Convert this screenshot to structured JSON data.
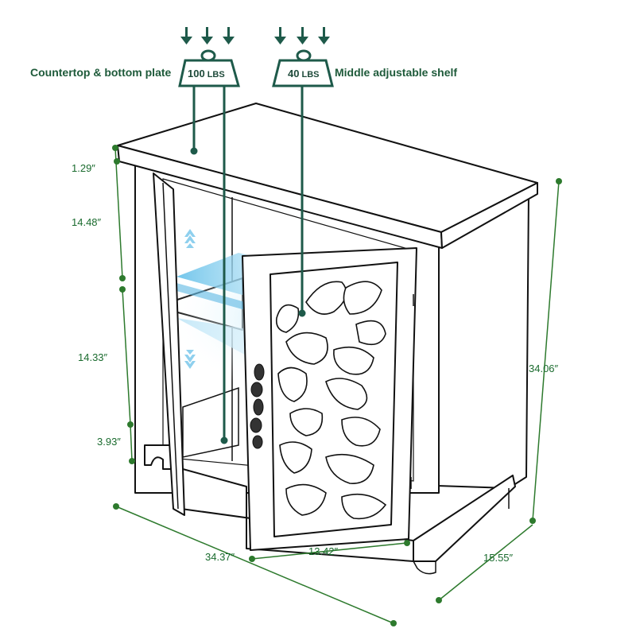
{
  "capacities": {
    "left": {
      "value": "100",
      "unit": "LBS",
      "label": "Countertop & bottom plate"
    },
    "right": {
      "value": "40",
      "unit": "LBS",
      "label": "Middle adjustable shelf"
    }
  },
  "dimensions": {
    "top_thickness": "1.29″",
    "upper_space": "14.48″",
    "lower_space": "14.33″",
    "base_height": "3.93″",
    "total_height": "34.06″",
    "width": "34.37″",
    "door_width": "13.42″",
    "depth": "15.55″"
  },
  "colors": {
    "dimension_green": "#2d7a2d",
    "label_teal": "#1e5a4a",
    "shelf_blue": "#8fd0ee"
  },
  "icons": [
    "weight-icon",
    "arrow-down-icon",
    "shelf-up-arrow-icon",
    "shelf-down-arrow-icon"
  ]
}
